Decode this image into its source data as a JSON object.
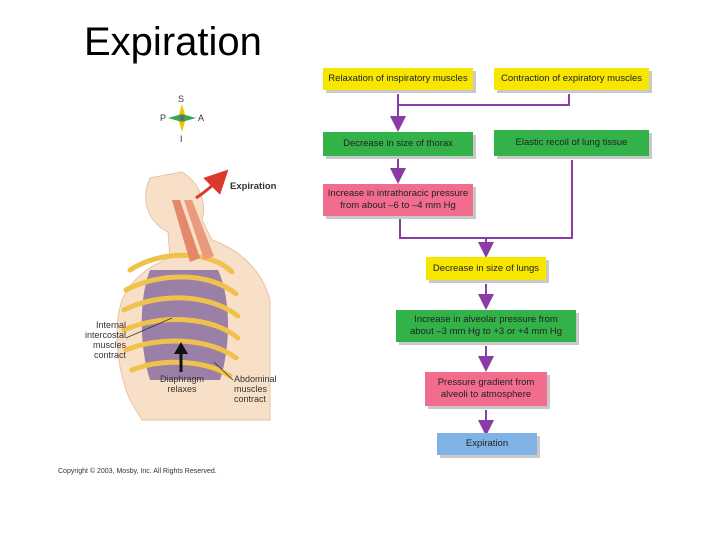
{
  "slide": {
    "title": "Expiration",
    "copyright": "Copyright © 2003, Mosby, Inc. All Rights Reserved."
  },
  "illustration": {
    "compass": {
      "s": "S",
      "p": "P",
      "a": "A",
      "i": "I"
    },
    "labels": {
      "expiration": "Expiration",
      "internal_intercostal": [
        "Internal",
        "intercostal",
        "muscles",
        "contract"
      ],
      "diaphragm": [
        "Diaphragm",
        "relaxes"
      ],
      "abdominal": [
        "Abdominal",
        "muscles",
        "contract"
      ]
    }
  },
  "flowchart": {
    "relaxation": "Relaxation of inspiratory muscles",
    "contraction": "Contraction of expiratory muscles",
    "decrease_thorax": "Decrease in size of thorax",
    "elastic_recoil": "Elastic recoil of lung tissue",
    "intrathoracic": [
      "Increase in intrathoracic pressure",
      "from about –6 to –4 mm Hg"
    ],
    "decrease_lungs": "Decrease in size of lungs",
    "alveolar": [
      "Increase in alveolar pressure from",
      "about –3 mm Hg to +3 or +4 mm Hg"
    ],
    "gradient": [
      "Pressure gradient from",
      "alveoli to atmosphere"
    ],
    "expiration": "Expiration"
  },
  "colors": {
    "yellow": "#f7e600",
    "green": "#33b24a",
    "pink": "#f26c8e",
    "blue": "#7fb2e5",
    "arrow": "#8b3aa6"
  }
}
